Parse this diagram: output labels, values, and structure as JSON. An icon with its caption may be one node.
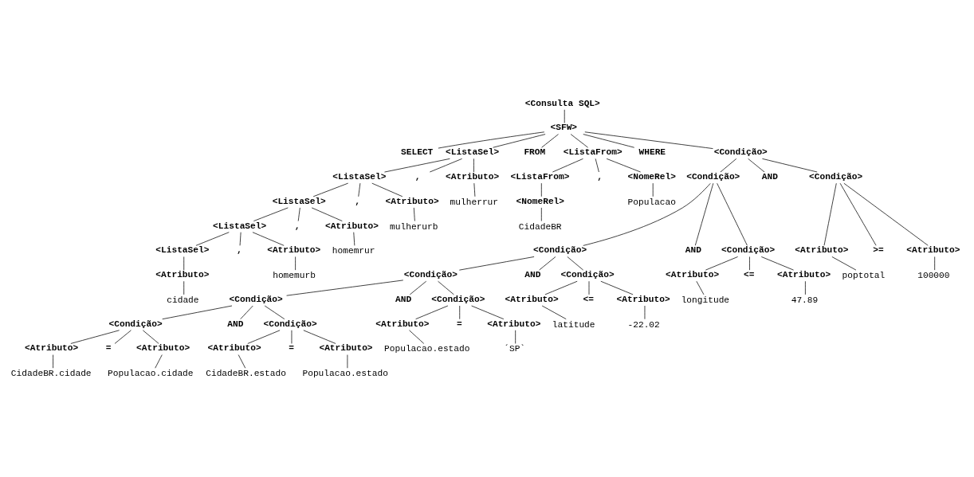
{
  "diagram": {
    "nodes": [
      {
        "text": [
          "<Consulta SQL>"
        ]
      },
      {
        "text": [
          "<SFW>"
        ]
      },
      {
        "text": [
          "SELECT"
        ]
      },
      {
        "text": [
          "<ListaSel>"
        ]
      },
      {
        "text": [
          "FROM"
        ]
      },
      {
        "text": [
          "<ListaFrom>"
        ]
      },
      {
        "text": [
          "WHERE"
        ]
      },
      {
        "text": [
          "<Condição>"
        ]
      },
      {
        "text": [
          "<ListaSel>"
        ]
      },
      {
        "text": [
          ","
        ]
      },
      {
        "text": [
          "<Atributo>"
        ]
      },
      {
        "text": [
          "<ListaFrom>"
        ]
      },
      {
        "text": [
          ","
        ]
      },
      {
        "text": [
          "<NomeRel>"
        ]
      },
      {
        "text": [
          "<Condição>"
        ]
      },
      {
        "text": [
          "AND"
        ]
      },
      {
        "text": [
          "<Condição>"
        ]
      },
      {
        "text": [
          "<ListaSel>"
        ]
      },
      {
        "text": [
          ","
        ]
      },
      {
        "text": [
          "<Atributo>"
        ]
      },
      {
        "text": [
          "mulherrur"
        ]
      },
      {
        "text": [
          "<NomeRel>"
        ]
      },
      {
        "text": [
          "Populacao"
        ]
      },
      {
        "text": [
          "<ListaSel>"
        ]
      },
      {
        "text": [
          ","
        ]
      },
      {
        "text": [
          "<Atributo>"
        ]
      },
      {
        "text": [
          "mulherurb"
        ]
      },
      {
        "text": [
          "CidadeBR"
        ]
      },
      {
        "text": [
          "<ListaSel>"
        ]
      },
      {
        "text": [
          ","
        ]
      },
      {
        "text": [
          "<Atributo>"
        ]
      },
      {
        "text": [
          "homemrur"
        ]
      },
      {
        "text": [
          "<Condição>"
        ]
      },
      {
        "text": [
          "AND"
        ]
      },
      {
        "text": [
          "<Condição>"
        ]
      },
      {
        "text": [
          "<Atributo>"
        ]
      },
      {
        "text": [
          ">="
        ]
      },
      {
        "text": [
          "<Atributo>"
        ]
      },
      {
        "text": [
          "<Atributo>"
        ]
      },
      {
        "text": [
          "homemurb"
        ]
      },
      {
        "text": [
          "<Condição>"
        ]
      },
      {
        "text": [
          "AND"
        ]
      },
      {
        "text": [
          "<Condição>"
        ]
      },
      {
        "text": [
          "<Atributo>"
        ]
      },
      {
        "text": [
          "<="
        ]
      },
      {
        "text": [
          "<Atributo>"
        ]
      },
      {
        "text": [
          "poptotal"
        ]
      },
      {
        "text": [
          "100000"
        ]
      },
      {
        "text": [
          "cidade"
        ]
      },
      {
        "text": [
          "<Condição>"
        ]
      },
      {
        "text": [
          "AND"
        ]
      },
      {
        "text": [
          "<Condição>"
        ]
      },
      {
        "text": [
          "<Atributo>"
        ]
      },
      {
        "text": [
          "<="
        ]
      },
      {
        "text": [
          "<Atributo>"
        ]
      },
      {
        "text": [
          "longitude"
        ]
      },
      {
        "text": [
          "47.89"
        ]
      },
      {
        "text": [
          "<Condição>"
        ]
      },
      {
        "text": [
          "AND"
        ]
      },
      {
        "text": [
          "<Condição>"
        ]
      },
      {
        "text": [
          "<Atributo>"
        ]
      },
      {
        "text": [
          "="
        ]
      },
      {
        "text": [
          "<Atributo>"
        ]
      },
      {
        "text": [
          "latitude"
        ]
      },
      {
        "text": [
          "-22.02"
        ]
      },
      {
        "text": [
          "<Atributo>"
        ]
      },
      {
        "text": [
          "="
        ]
      },
      {
        "text": [
          "<Atributo>"
        ]
      },
      {
        "text": [
          "<Atributo>"
        ]
      },
      {
        "text": [
          "="
        ]
      },
      {
        "text": [
          "<Atributo>"
        ]
      },
      {
        "text": [
          "Populacao.estado"
        ]
      },
      {
        "text": [
          "´SP`"
        ]
      },
      {
        "text": [
          "CidadeBR.cidade"
        ]
      },
      {
        "text": [
          "Populacao.cidade"
        ]
      },
      {
        "text": [
          "CidadeBR.estado"
        ]
      },
      {
        "text": [
          "Populacao.estado"
        ]
      }
    ],
    "edges": [
      {
        "from": 0,
        "to": 1,
        "arrow": "none"
      },
      {
        "from": 1,
        "to": 2,
        "arrow": "none"
      },
      {
        "from": 1,
        "to": 3,
        "arrow": "none"
      },
      {
        "from": 1,
        "to": 4,
        "arrow": "none"
      },
      {
        "from": 1,
        "to": 5,
        "arrow": "none"
      },
      {
        "from": 1,
        "to": 6,
        "arrow": "none"
      },
      {
        "from": 1,
        "to": 7,
        "arrow": "none"
      },
      {
        "from": 3,
        "to": 8,
        "arrow": "none"
      },
      {
        "from": 3,
        "to": 9,
        "arrow": "none"
      },
      {
        "from": 3,
        "to": 10,
        "arrow": "none"
      },
      {
        "from": 5,
        "to": 11,
        "arrow": "none"
      },
      {
        "from": 5,
        "to": 12,
        "arrow": "none"
      },
      {
        "from": 5,
        "to": 13,
        "arrow": "none"
      },
      {
        "from": 7,
        "to": 14,
        "arrow": "none"
      },
      {
        "from": 7,
        "to": 15,
        "arrow": "none"
      },
      {
        "from": 7,
        "to": 16,
        "arrow": "none"
      },
      {
        "from": 8,
        "to": 17,
        "arrow": "none"
      },
      {
        "from": 8,
        "to": 18,
        "arrow": "none"
      },
      {
        "from": 8,
        "to": 19,
        "arrow": "none"
      },
      {
        "from": 10,
        "to": 20,
        "arrow": "none"
      },
      {
        "from": 11,
        "to": 21,
        "arrow": "none"
      },
      {
        "from": 13,
        "to": 22,
        "arrow": "none"
      },
      {
        "from": 17,
        "to": 23,
        "arrow": "none"
      },
      {
        "from": 17,
        "to": 24,
        "arrow": "none"
      },
      {
        "from": 17,
        "to": 25,
        "arrow": "none"
      },
      {
        "from": 19,
        "to": 26,
        "arrow": "none"
      },
      {
        "from": 21,
        "to": 27,
        "arrow": "none"
      },
      {
        "from": 23,
        "to": 28,
        "arrow": "none"
      },
      {
        "from": 23,
        "to": 29,
        "arrow": "none"
      },
      {
        "from": 23,
        "to": 30,
        "arrow": "none"
      },
      {
        "from": 25,
        "to": 31,
        "arrow": "none"
      },
      {
        "from": 14,
        "to": 32,
        "arrow": "none"
      },
      {
        "from": 14,
        "to": 33,
        "arrow": "none"
      },
      {
        "from": 14,
        "to": 34,
        "arrow": "none"
      },
      {
        "from": 16,
        "to": 35,
        "arrow": "none"
      },
      {
        "from": 16,
        "to": 36,
        "arrow": "none"
      },
      {
        "from": 16,
        "to": 37,
        "arrow": "none"
      },
      {
        "from": 28,
        "to": 38,
        "arrow": "none"
      },
      {
        "from": 30,
        "to": 39,
        "arrow": "none"
      },
      {
        "from": 32,
        "to": 40,
        "arrow": "none"
      },
      {
        "from": 32,
        "to": 41,
        "arrow": "none"
      },
      {
        "from": 32,
        "to": 42,
        "arrow": "none"
      },
      {
        "from": 34,
        "to": 43,
        "arrow": "none"
      },
      {
        "from": 34,
        "to": 44,
        "arrow": "none"
      },
      {
        "from": 34,
        "to": 45,
        "arrow": "none"
      },
      {
        "from": 35,
        "to": 46,
        "arrow": "none"
      },
      {
        "from": 37,
        "to": 47,
        "arrow": "none"
      },
      {
        "from": 38,
        "to": 48,
        "arrow": "none"
      },
      {
        "from": 40,
        "to": 49,
        "arrow": "none"
      },
      {
        "from": 40,
        "to": 50,
        "arrow": "none"
      },
      {
        "from": 40,
        "to": 51,
        "arrow": "none"
      },
      {
        "from": 42,
        "to": 52,
        "arrow": "none"
      },
      {
        "from": 42,
        "to": 53,
        "arrow": "none"
      },
      {
        "from": 42,
        "to": 54,
        "arrow": "none"
      },
      {
        "from": 43,
        "to": 55,
        "arrow": "none"
      },
      {
        "from": 45,
        "to": 56,
        "arrow": "none"
      },
      {
        "from": 49,
        "to": 57,
        "arrow": "none"
      },
      {
        "from": 49,
        "to": 58,
        "arrow": "none"
      },
      {
        "from": 49,
        "to": 59,
        "arrow": "none"
      },
      {
        "from": 51,
        "to": 60,
        "arrow": "none"
      },
      {
        "from": 51,
        "to": 61,
        "arrow": "none"
      },
      {
        "from": 51,
        "to": 62,
        "arrow": "none"
      },
      {
        "from": 52,
        "to": 63,
        "arrow": "none"
      },
      {
        "from": 54,
        "to": 64,
        "arrow": "none"
      },
      {
        "from": 57,
        "to": 65,
        "arrow": "none"
      },
      {
        "from": 57,
        "to": 66,
        "arrow": "none"
      },
      {
        "from": 57,
        "to": 67,
        "arrow": "none"
      },
      {
        "from": 59,
        "to": 68,
        "arrow": "none"
      },
      {
        "from": 59,
        "to": 69,
        "arrow": "none"
      },
      {
        "from": 59,
        "to": 70,
        "arrow": "none"
      },
      {
        "from": 60,
        "to": 71,
        "arrow": "none"
      },
      {
        "from": 62,
        "to": 72,
        "arrow": "none"
      },
      {
        "from": 65,
        "to": 73,
        "arrow": "none"
      },
      {
        "from": 67,
        "to": 74,
        "arrow": "none"
      },
      {
        "from": 68,
        "to": 75,
        "arrow": "none"
      },
      {
        "from": 70,
        "to": 76,
        "arrow": "none"
      }
    ]
  }
}
